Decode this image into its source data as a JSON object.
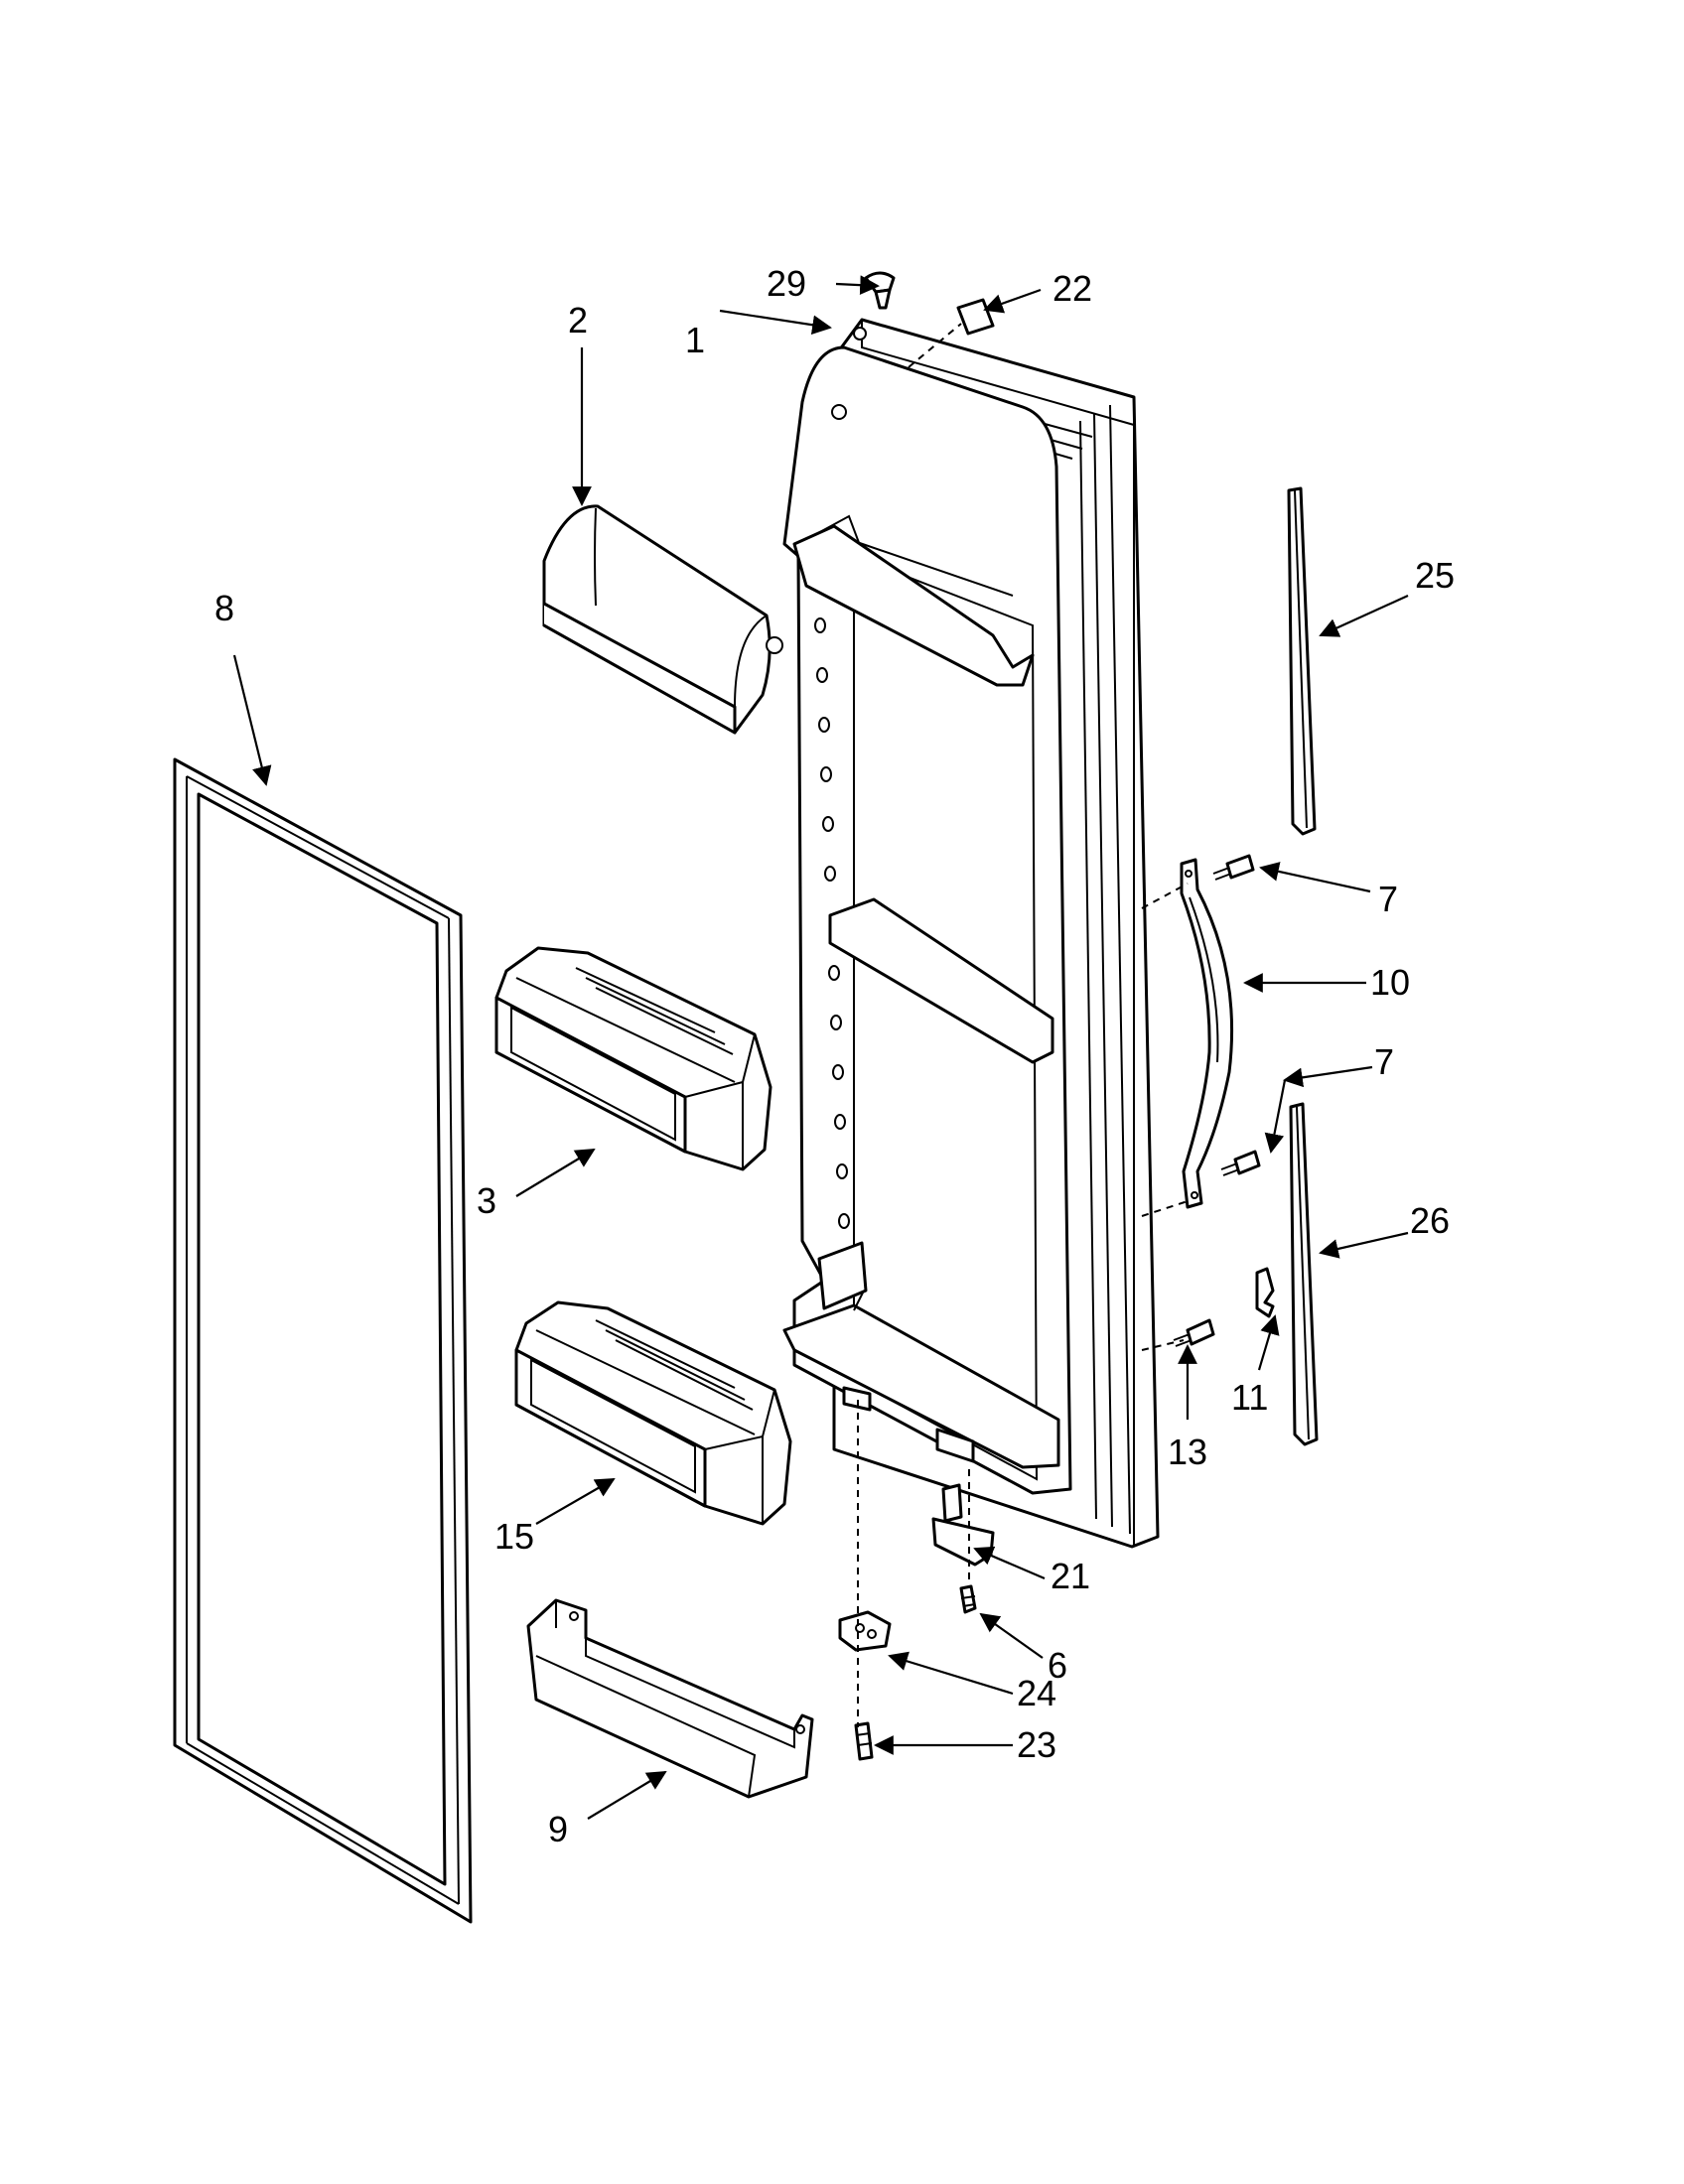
{
  "callouts": [
    {
      "id": "c1",
      "text": "1"
    },
    {
      "id": "c2",
      "text": "2"
    },
    {
      "id": "c3",
      "text": "3"
    },
    {
      "id": "c6",
      "text": "6"
    },
    {
      "id": "c7a",
      "text": "7"
    },
    {
      "id": "c7b",
      "text": "7"
    },
    {
      "id": "c8",
      "text": "8"
    },
    {
      "id": "c9",
      "text": "9"
    },
    {
      "id": "c10",
      "text": "10"
    },
    {
      "id": "c11",
      "text": "11"
    },
    {
      "id": "c13",
      "text": "13"
    },
    {
      "id": "c15",
      "text": "15"
    },
    {
      "id": "c21",
      "text": "21"
    },
    {
      "id": "c22",
      "text": "22"
    },
    {
      "id": "c23",
      "text": "23"
    },
    {
      "id": "c24",
      "text": "24"
    },
    {
      "id": "c25",
      "text": "25"
    },
    {
      "id": "c26",
      "text": "26"
    },
    {
      "id": "c29",
      "text": "29"
    }
  ],
  "colors": {
    "line": "#000000",
    "background": "#ffffff"
  }
}
